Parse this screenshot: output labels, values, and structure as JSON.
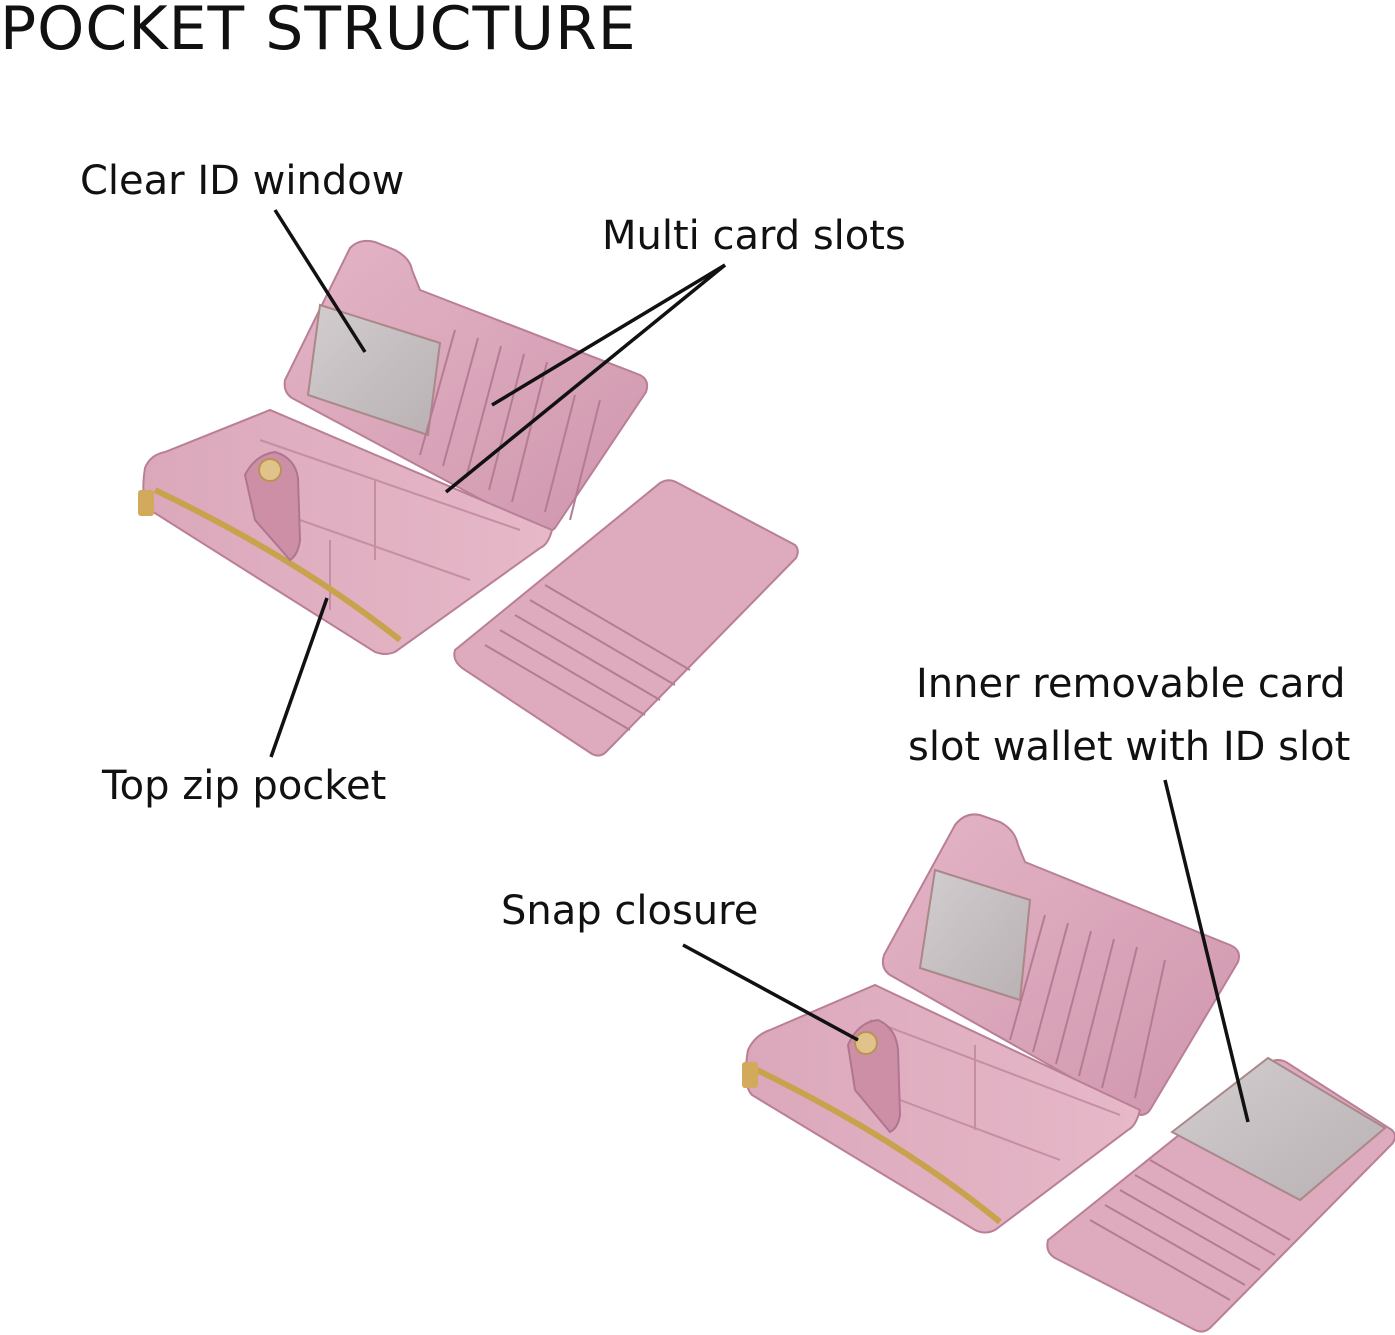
{
  "heading": "POCKET STRUCTURE",
  "labels": {
    "clear_id_window": "Clear ID window",
    "multi_card_slots": "Multi card slots",
    "top_zip_pocket": "Top zip pocket",
    "inner_removable_line1": "Inner removable card",
    "inner_removable_line2": "slot wallet with ID slot",
    "snap_closure": "Snap closure"
  },
  "colors": {
    "leather": "#d9a6b9",
    "leather_dark": "#c68aa2",
    "leather_light": "#e7bfcd",
    "window": "#c9c2c4",
    "zipper": "#c9a24e",
    "snap": "#d8b873",
    "text": "#111111"
  }
}
